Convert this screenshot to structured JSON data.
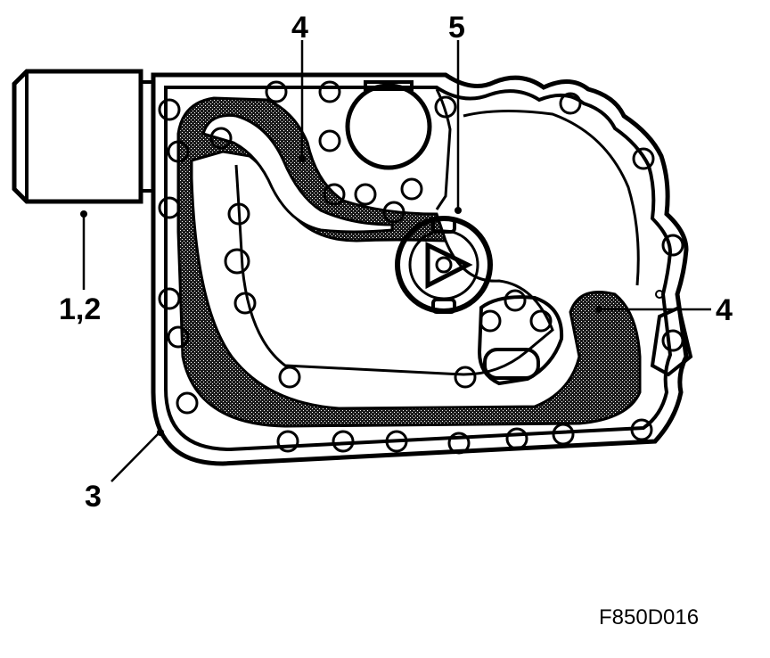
{
  "callouts": {
    "filter": "1,2",
    "gasket": "3",
    "seal_left": "4",
    "seal_right": "4",
    "pump_seal": "5"
  },
  "figure_code": "F850D016",
  "colors": {
    "ink": "#000000",
    "paper": "#ffffff",
    "halftone": "#333333"
  }
}
